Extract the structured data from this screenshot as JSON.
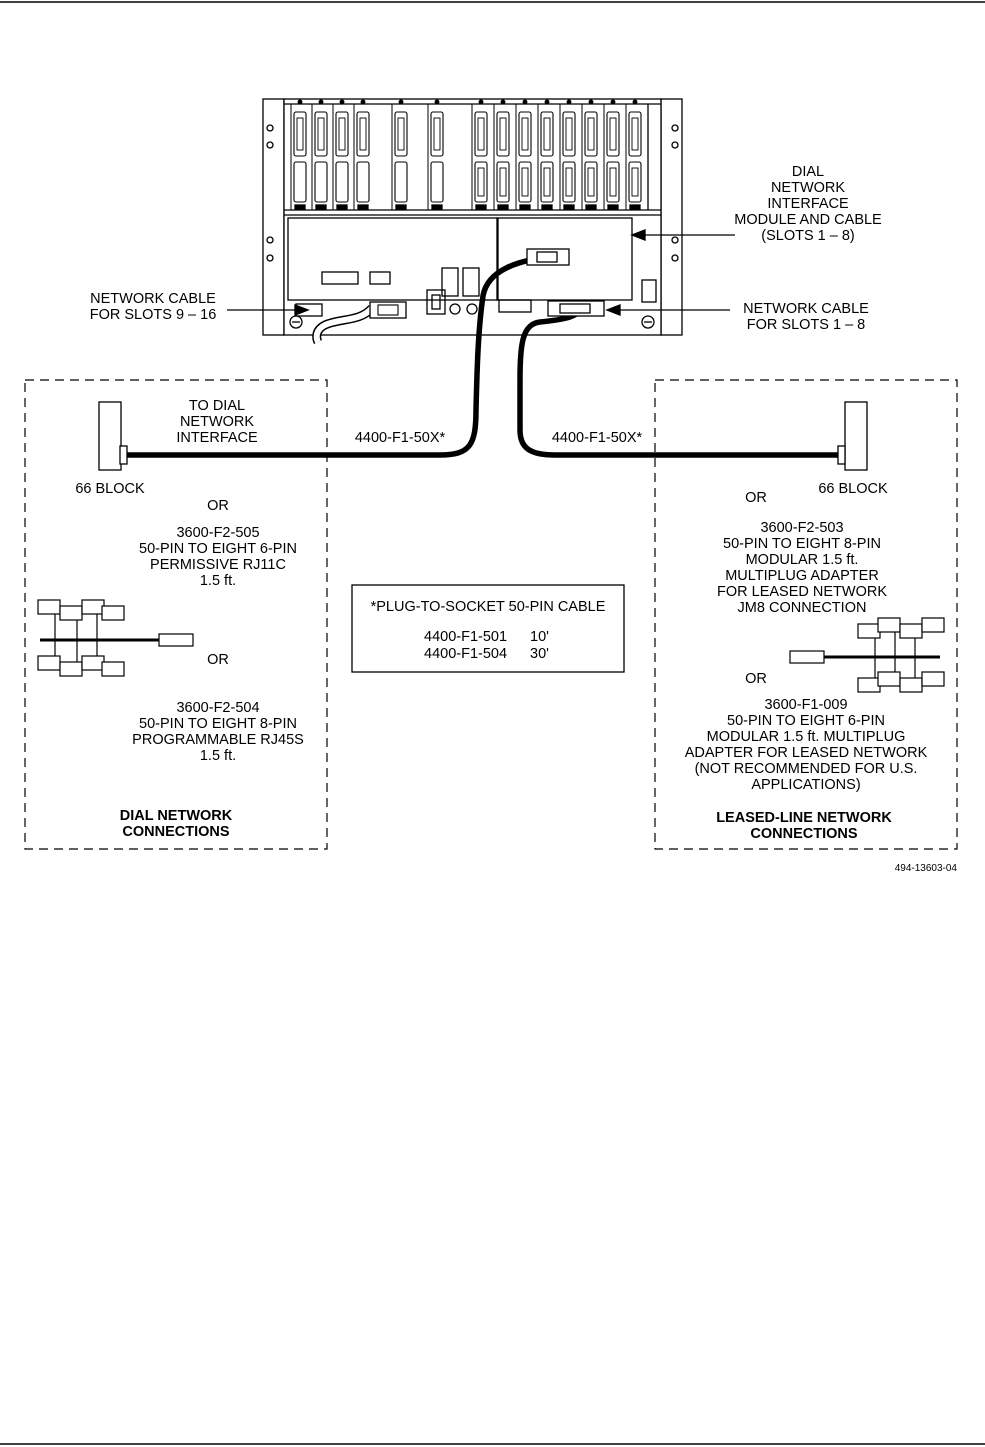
{
  "callouts": {
    "dial_module": [
      "DIAL",
      "NETWORK",
      "INTERFACE",
      "MODULE AND CABLE",
      "(SLOTS 1 – 8)"
    ],
    "cable_slots_9_16": [
      "NETWORK CABLE",
      "FOR SLOTS 9 – 16"
    ],
    "cable_slots_1_8": [
      "NETWORK CABLE",
      "FOR SLOTS 1 – 8"
    ]
  },
  "dial_section": {
    "to_dial": [
      "TO DIAL",
      "NETWORK",
      "INTERFACE"
    ],
    "block_label": "66 BLOCK",
    "or_1": "OR",
    "adapter_505": [
      "3600-F2-505",
      "50-PIN TO EIGHT 6-PIN",
      "PERMISSIVE RJ11C",
      "1.5 ft."
    ],
    "or_2": "OR",
    "adapter_504": [
      "3600-F2-504",
      "50-PIN TO EIGHT 8-PIN",
      "PROGRAMMABLE RJ45S",
      "1.5 ft."
    ],
    "title": [
      "DIAL NETWORK",
      "CONNECTIONS"
    ]
  },
  "leased_section": {
    "or_1": "OR",
    "block_label": "66 BLOCK",
    "adapter_503": [
      "3600-F2-503",
      "50-PIN TO EIGHT 8-PIN",
      "MODULAR 1.5 ft.",
      "MULTIPLUG ADAPTER",
      "FOR LEASED NETWORK",
      "JM8 CONNECTION"
    ],
    "or_2": "OR",
    "adapter_009": [
      "3600-F1-009",
      "50-PIN TO EIGHT 6-PIN",
      "MODULAR 1.5 ft. MULTIPLUG",
      "ADAPTER FOR LEASED NETWORK",
      "(NOT RECOMMENDED FOR U.S.",
      "APPLICATIONS)"
    ],
    "title": [
      "LEASED-LINE NETWORK",
      "CONNECTIONS"
    ]
  },
  "cable_left_label": "4400-F1-50X*",
  "cable_right_label": "4400-F1-50X*",
  "cable_table": {
    "title": "*PLUG-TO-SOCKET 50-PIN CABLE",
    "rows": [
      {
        "part": "4400-F1-501",
        "length": "10'"
      },
      {
        "part": "4400-F1-504",
        "length": "30'"
      }
    ]
  },
  "figure_id": "494-13603-04"
}
